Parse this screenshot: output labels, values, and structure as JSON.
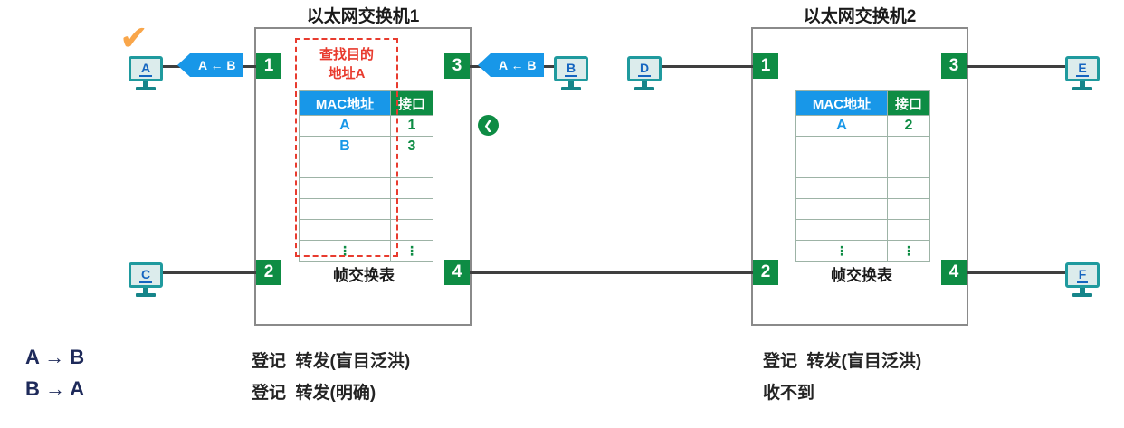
{
  "colors": {
    "green": "#0e8c44",
    "blue": "#1897e8",
    "red": "#e83b2e",
    "orange": "#f9a64a",
    "teal": "#1f9a9e",
    "navy": "#1e2a5a"
  },
  "switch1": {
    "title": "以太网交换机1",
    "ports": {
      "p1": "1",
      "p2": "2",
      "p3": "3",
      "p4": "4"
    },
    "lookup": {
      "line1": "查找目的",
      "line2": "地址A"
    },
    "table": {
      "headers": [
        "MAC地址",
        "接口"
      ],
      "rows": [
        [
          "A",
          "1"
        ],
        [
          "B",
          "3"
        ],
        [
          "",
          ""
        ],
        [
          "",
          ""
        ],
        [
          "",
          ""
        ],
        [
          "",
          ""
        ],
        [
          "⋮",
          "⋮"
        ]
      ],
      "caption": "帧交换表"
    }
  },
  "switch2": {
    "title": "以太网交换机2",
    "ports": {
      "p1": "1",
      "p2": "2",
      "p3": "3",
      "p4": "4"
    },
    "table": {
      "headers": [
        "MAC地址",
        "接口"
      ],
      "rows": [
        [
          "A",
          "2"
        ],
        [
          "",
          ""
        ],
        [
          "",
          ""
        ],
        [
          "",
          ""
        ],
        [
          "",
          ""
        ],
        [
          "",
          ""
        ],
        [
          "⋮",
          "⋮"
        ]
      ],
      "caption": "帧交换表"
    }
  },
  "hosts": {
    "a": "A",
    "b": "B",
    "c": "C",
    "d": "D",
    "e": "E",
    "f": "F"
  },
  "arrows": {
    "to_a": "A ← B",
    "to_switch1": "A ← B"
  },
  "icons": {
    "checkmark": "✔",
    "chevron_left": "❮"
  },
  "notes": {
    "left1": "A → B",
    "left2": "B → A",
    "mid1": "登记  转发(盲目泛洪)",
    "mid2": "登记  转发(明确)",
    "right1": "登记  转发(盲目泛洪)",
    "right2": "收不到"
  }
}
